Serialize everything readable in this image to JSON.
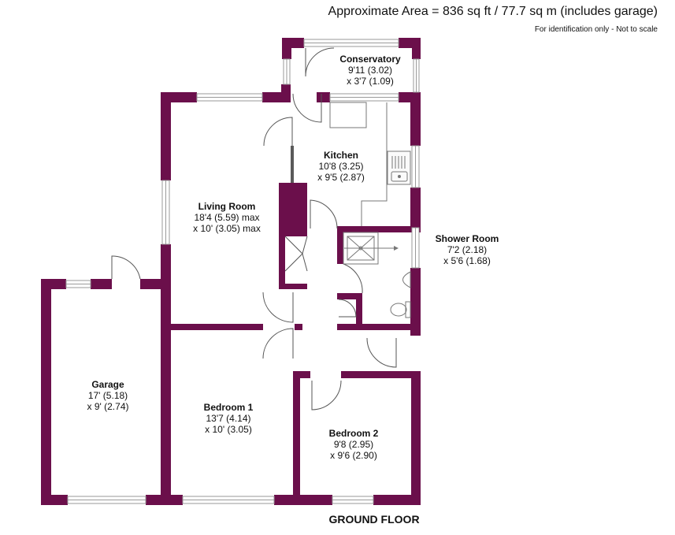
{
  "header": {
    "area": "Approximate Area = 836 sq ft / 77.7 sq m (includes garage)",
    "note": "For identification only - Not to scale"
  },
  "floor_label": "GROUND FLOOR",
  "colors": {
    "wall": "#6b0f4b",
    "fixture": "#777777",
    "window": "#9a9a9a"
  },
  "rooms": {
    "conservatory": {
      "name": "Conservatory",
      "dim1": "9'11 (3.02)",
      "dim2": "x 3'7 (1.09)"
    },
    "kitchen": {
      "name": "Kitchen",
      "dim1": "10'8 (3.25)",
      "dim2": "x 9'5 (2.87)"
    },
    "living_room": {
      "name": "Living Room",
      "dim1": "18'4 (5.59) max",
      "dim2": "x 10' (3.05) max"
    },
    "shower_room": {
      "name": "Shower Room",
      "dim1": "7'2 (2.18)",
      "dim2": "x 5'6 (1.68)"
    },
    "garage": {
      "name": "Garage",
      "dim1": "17' (5.18)",
      "dim2": "x 9' (2.74)"
    },
    "bedroom_1": {
      "name": "Bedroom 1",
      "dim1": "13'7 (4.14)",
      "dim2": "x 10' (3.05)"
    },
    "bedroom_2": {
      "name": "Bedroom 2",
      "dim1": "9'8 (2.95)",
      "dim2": "x 9'6 (2.90)"
    }
  }
}
